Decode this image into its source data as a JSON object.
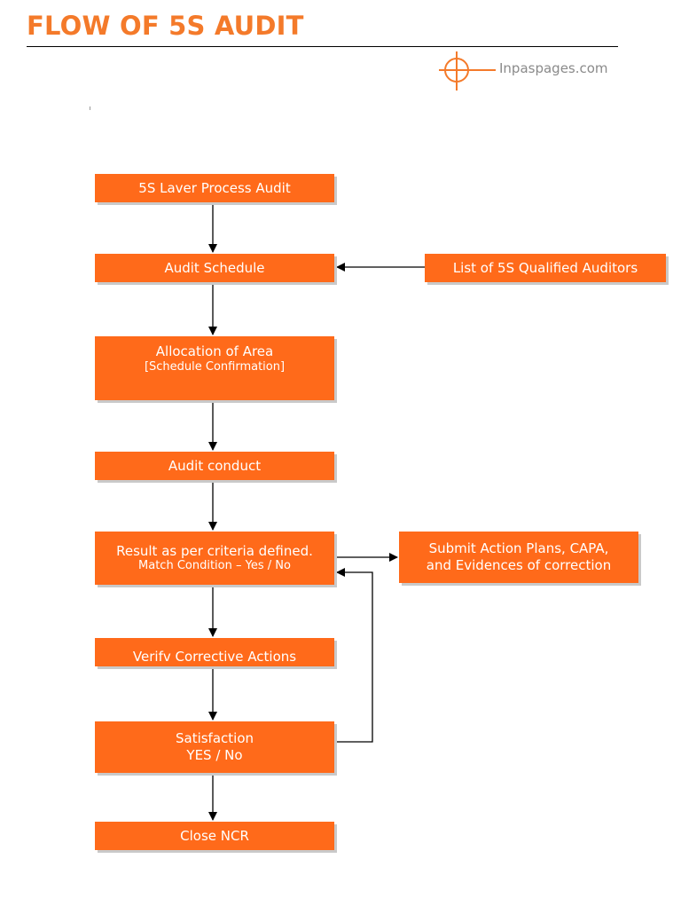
{
  "title": "FLOW OF 5S AUDIT",
  "logo": {
    "text": "Inpaspages.com",
    "icon": "crosshair-icon"
  },
  "colors": {
    "accent": "#f47a2a",
    "box": "#ff6a1a",
    "logo_text": "#8a8a8a"
  },
  "flow": {
    "layer_process_audit": "5S Laver Process Audit",
    "audit_schedule": "Audit Schedule",
    "allocation_title": "Allocation of Area",
    "allocation_sub": "[Schedule Confirmation]",
    "audit_conduct": "Audit conduct",
    "result_title": "Result as per criteria defined.",
    "result_sub": "Match Condition – Yes / No",
    "verify": "Verifv Corrective Actions",
    "satisfaction_title": "Satisfaction",
    "satisfaction_sub": "YES / No",
    "close": "Close NCR"
  },
  "side": {
    "qualified_auditors": "List of 5S Qualified Auditors",
    "action_plans_line1": "Submit Action Plans, CAPA,",
    "action_plans_line2": "and Evidences of correction"
  }
}
